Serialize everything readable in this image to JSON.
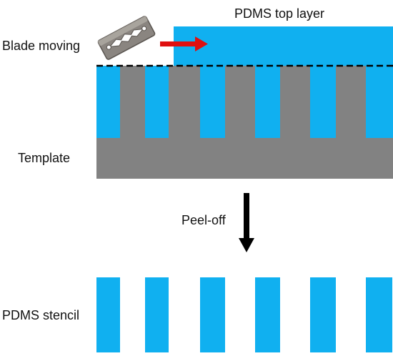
{
  "labels": {
    "top_layer": "PDMS top layer",
    "blade": "Blade moving",
    "template": "Template",
    "peel": "Peel-off",
    "stencil": "PDMS stencil"
  },
  "colors": {
    "pdms": "#10b0f0",
    "template": "#828282",
    "arrow_red": "#e01010",
    "arrow_black": "#000000",
    "cut_line": "#000000",
    "blade": "#8a8580"
  },
  "icons": {
    "blade": "razor-blade-icon"
  }
}
